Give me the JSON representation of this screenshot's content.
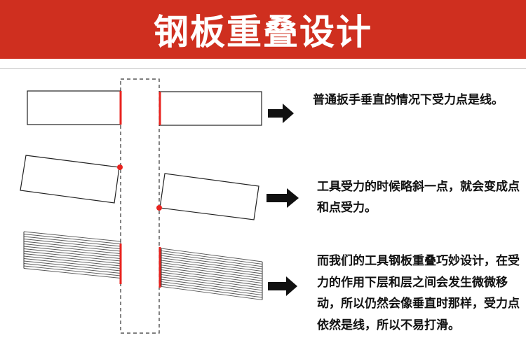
{
  "banner": {
    "title": "钢板重叠设计",
    "color": "#cf2f1f"
  },
  "rows": [
    {
      "description": "普通扳手垂直的情况下受力点是线。"
    },
    {
      "description": "工具受力的时候略斜一点，就会变成点和点受力。"
    },
    {
      "description": "而我们的工具钢板重叠巧妙设计，在受力的作用下层和层之间会发生微微移动，所以仍然会像垂直时那样，受力点依然是线，所以不易打滑。"
    }
  ],
  "colors": {
    "accent": "#e8231f",
    "outline": "#222222",
    "arrow": "#111111"
  }
}
